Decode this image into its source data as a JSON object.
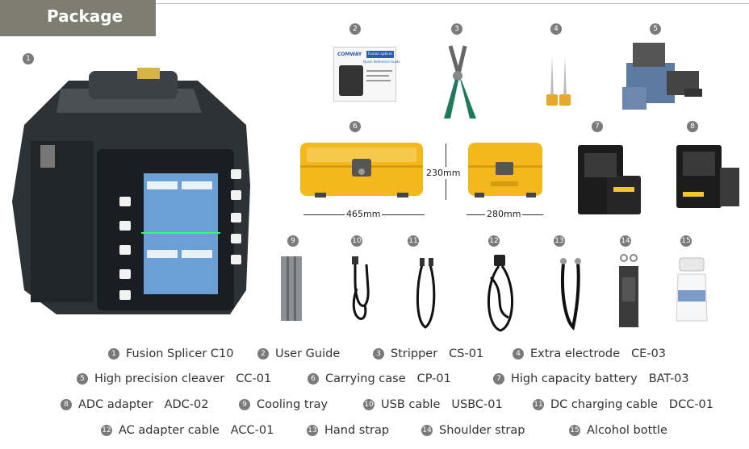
{
  "header": {
    "title": "Package"
  },
  "item_numbers": {
    "n1": "1",
    "n2": "2",
    "n3": "3",
    "n4": "4",
    "n5": "5",
    "n6": "6",
    "n7": "7",
    "n8": "8",
    "n9": "9",
    "n10": "10",
    "n11": "11",
    "n12": "12",
    "n13": "13",
    "n14": "14",
    "n15": "15"
  },
  "dimensions": {
    "case_width": "465mm",
    "case_height": "230mm",
    "case_depth": "280mm"
  },
  "booklet": {
    "brand": "COMWAY",
    "badge": "Fusion splicer",
    "subtitle": "Quick Reference Guide"
  },
  "colors": {
    "header_bg": "#7d7d72",
    "case_yellow": "#f4b81d",
    "badge_grey": "#7a7a7a"
  },
  "legend": [
    [
      {
        "num": "1",
        "name": "Fusion Splicer C10",
        "code": ""
      },
      {
        "num": "2",
        "name": "User Guide",
        "code": ""
      },
      {
        "num": "3",
        "name": "Stripper",
        "code": "CS-01"
      },
      {
        "num": "4",
        "name": "Extra electrode",
        "code": "CE-03"
      }
    ],
    [
      {
        "num": "5",
        "name": "High precision cleaver",
        "code": "CC-01"
      },
      {
        "num": "6",
        "name": "Carrying case",
        "code": "CP-01"
      },
      {
        "num": "7",
        "name": "High capacity battery",
        "code": "BAT-03"
      }
    ],
    [
      {
        "num": "8",
        "name": "ADC adapter",
        "code": "ADC-02"
      },
      {
        "num": "9",
        "name": "Cooling tray",
        "code": ""
      },
      {
        "num": "10",
        "name": "USB cable",
        "code": "USBC-01"
      },
      {
        "num": "11",
        "name": "DC charging cable",
        "code": "DCC-01"
      }
    ],
    [
      {
        "num": "12",
        "name": "AC adapter cable",
        "code": "ACC-01"
      },
      {
        "num": "13",
        "name": "Hand strap",
        "code": ""
      },
      {
        "num": "14",
        "name": "Shoulder strap",
        "code": ""
      },
      {
        "num": "15",
        "name": "Alcohol bottle",
        "code": ""
      }
    ]
  ]
}
